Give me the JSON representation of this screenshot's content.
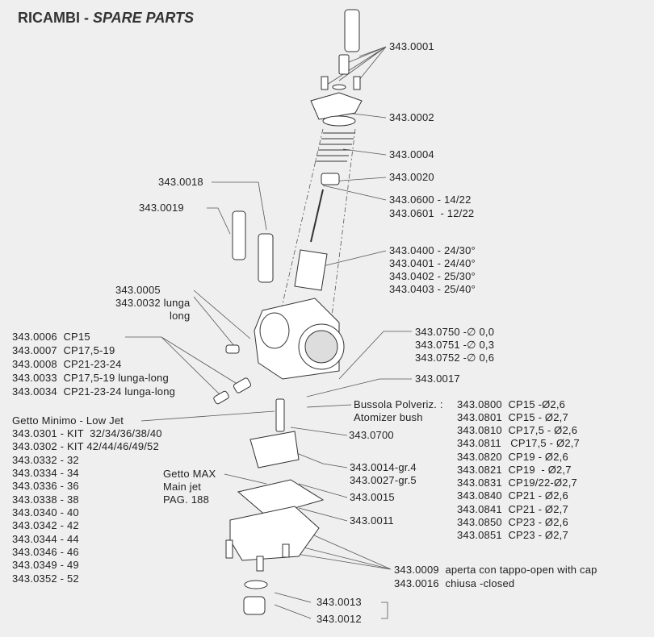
{
  "title": {
    "main": "RICAMBI",
    "sep": " - ",
    "sub": "SPARE PARTS"
  },
  "right_top": [
    "343.0001",
    "343.0002",
    "343.0004",
    "343.0020",
    "343.0600 - 14/22",
    "343.0601  - 12/22",
    "343.0400 - 24/30°",
    "343.0401 - 24/40°",
    "343.0402 - 25/30°",
    "343.0403 - 25/40°"
  ],
  "mid_left": [
    "343.0018",
    "343.0019",
    "343.0005",
    "343.0032 lunga",
    "long"
  ],
  "idle_screws": [
    "343.0006  CP15",
    "343.0007  CP17,5-19",
    "343.0008  CP21-23-24",
    "343.0033  CP17,5-19 lunga-long",
    "343.0034  CP21-23-24 lunga-long"
  ],
  "low_jet": {
    "heading": "Getto Minimo - Low Jet",
    "items": [
      "343.0301 - KIT  32/34/36/38/40",
      "343.0302 - KIT 42/44/46/49/52",
      "343.0332 - 32",
      "343.0334 - 34",
      "343.0336 - 36",
      "343.0338 - 38",
      "343.0340 - 40",
      "343.0342 - 42",
      "343.0344 - 44",
      "343.0346 - 46",
      "343.0349 - 49",
      "343.0352 - 52"
    ]
  },
  "main_jet": [
    "Getto MAX",
    "Main jet",
    "PAG. 188"
  ],
  "valves": [
    "343.0750 -∅ 0,0",
    "343.0751 -∅ 0,3",
    "343.0752 -∅ 0,6",
    "343.0017"
  ],
  "atomizer": {
    "label1": "Bussola Polveriz. :",
    "label2": "Atomizer bush",
    "items": [
      "343.0800  CP15 -Ø2,6",
      "343.0801  CP15 - Ø2,7",
      "343.0810  CP17,5 - Ø2,6",
      "343.0811   CP17,5 - Ø2,7",
      "343.0820  CP19 - Ø2,6",
      "343.0821  CP19  - Ø2,7",
      "343.0831  CP19/22-Ø2,7",
      "343.0840  CP21 - Ø2,6",
      "343.0841  CP21 - Ø2,7",
      "343.0850  CP23 - Ø2,6",
      "343.0851  CP23 - Ø2,7"
    ]
  },
  "lower": [
    "343.0700",
    "343.0014-gr.4",
    "343.0027-gr.5",
    "343.0015",
    "343.0011"
  ],
  "bowl": [
    "343.0009  aperta con tappo-open with cap",
    "343.0016  chiusa -closed"
  ],
  "bottom": [
    "343.0013",
    "343.0012"
  ]
}
